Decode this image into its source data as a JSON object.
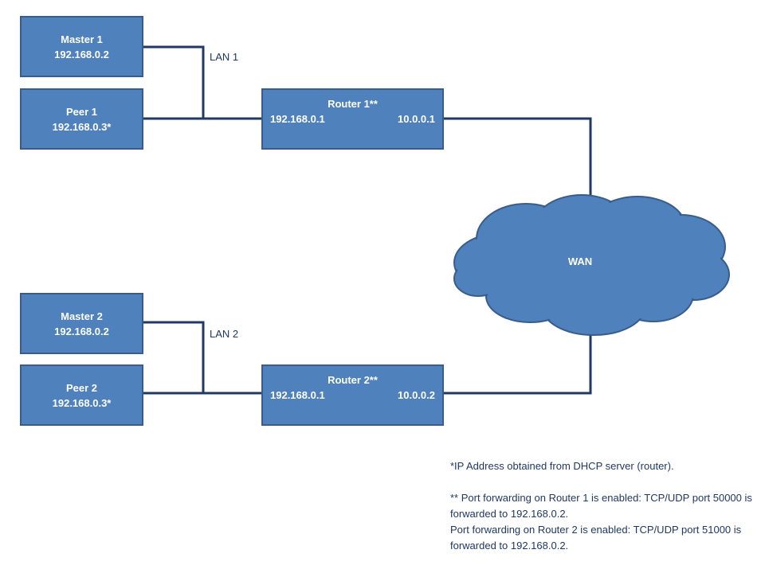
{
  "nodes": {
    "master1": {
      "name": "Master 1",
      "ip": "192.168.0.2"
    },
    "peer1": {
      "name": "Peer 1",
      "ip": "192.168.0.3*"
    },
    "master2": {
      "name": "Master 2",
      "ip": "192.168.0.2"
    },
    "peer2": {
      "name": "Peer 2",
      "ip": "192.168.0.3*"
    }
  },
  "routers": {
    "router1": {
      "name": "Router 1**",
      "lan_ip": "192.168.0.1",
      "wan_ip": "10.0.0.1"
    },
    "router2": {
      "name": "Router 2**",
      "lan_ip": "192.168.0.1",
      "wan_ip": "10.0.0.2"
    }
  },
  "networks": {
    "lan1": "LAN 1",
    "lan2": "LAN 2",
    "wan": "WAN"
  },
  "notes": {
    "dhcp": "*IP Address obtained from DHCP server (router).",
    "pf_router1": "** Port forwarding on Router 1 is enabled: TCP/UDP port 50000 is forwarded to 192.168.0.2.",
    "pf_router2": "Port forwarding on Router 2 is enabled: TCP/UDP port 51000 is forwarded to 192.168.0.2."
  },
  "colors": {
    "box_fill": "#4f81bd",
    "box_border": "#385d8a",
    "line": "#1f3864"
  }
}
